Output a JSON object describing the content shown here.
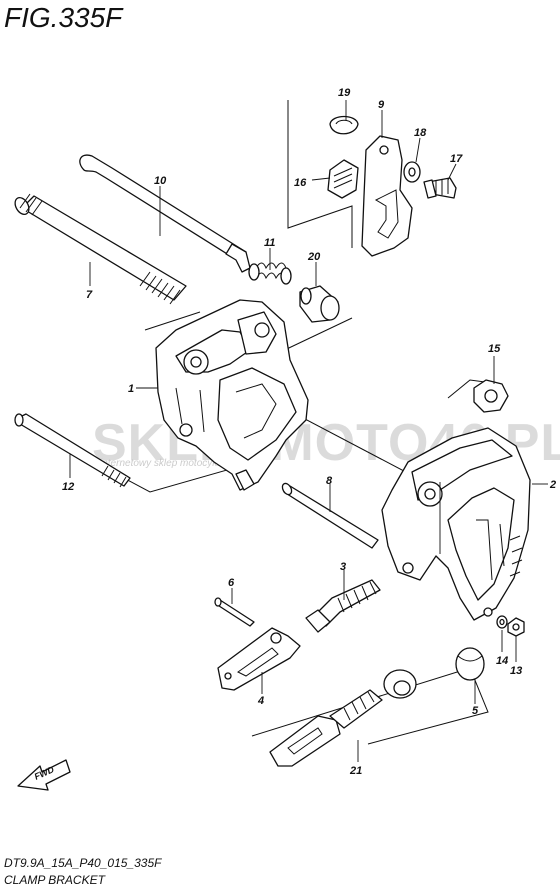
{
  "figure": {
    "title": "FIG.335F",
    "code": "DT9.9A_15A_P40_015_335F",
    "caption": "CLAMP BRACKET"
  },
  "watermark": {
    "text": "SKLEPMOTO46.PL",
    "subtext": "internetowy sklep motocyklowy"
  },
  "direction_marker": "FWD",
  "callouts": [
    "1",
    "2",
    "3",
    "4",
    "5",
    "6",
    "7",
    "8",
    "9",
    "10",
    "11",
    "12",
    "13",
    "14",
    "15",
    "16",
    "17",
    "18",
    "19",
    "20",
    "21"
  ],
  "colors": {
    "line": "#111111",
    "watermark_gray": "#bfbfbf",
    "watermark_red": "#d9a0a0"
  }
}
